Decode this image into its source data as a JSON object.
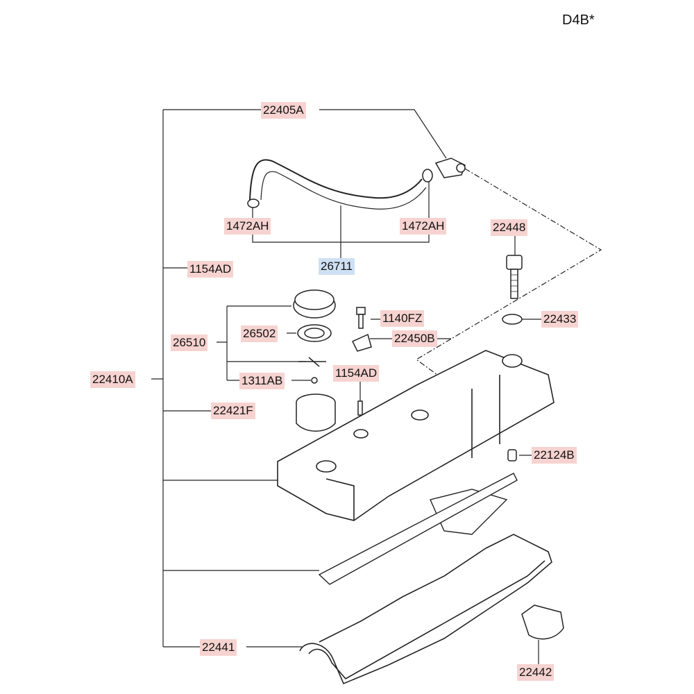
{
  "engine_code": "D4B*",
  "labels": {
    "p22405A": "22405A",
    "p1472AH_left": "1472AH",
    "p1472AH_right": "1472AH",
    "p26711": "26711",
    "p22448": "22448",
    "p1154AD_upper": "1154AD",
    "p1140FZ": "1140FZ",
    "p22433": "22433",
    "p26502": "26502",
    "p26510": "26510",
    "p22450B": "22450B",
    "p1154AD_lower": "1154AD",
    "p22410A": "22410A",
    "p1311AB": "1311AB",
    "p22421F": "22421F",
    "p22124B": "22124B",
    "p22441": "22441",
    "p22442": "22442"
  },
  "colors": {
    "label_bg": "#f6d3d0",
    "label_highlight_bg": "#cfe0f4",
    "line": "#222222"
  }
}
